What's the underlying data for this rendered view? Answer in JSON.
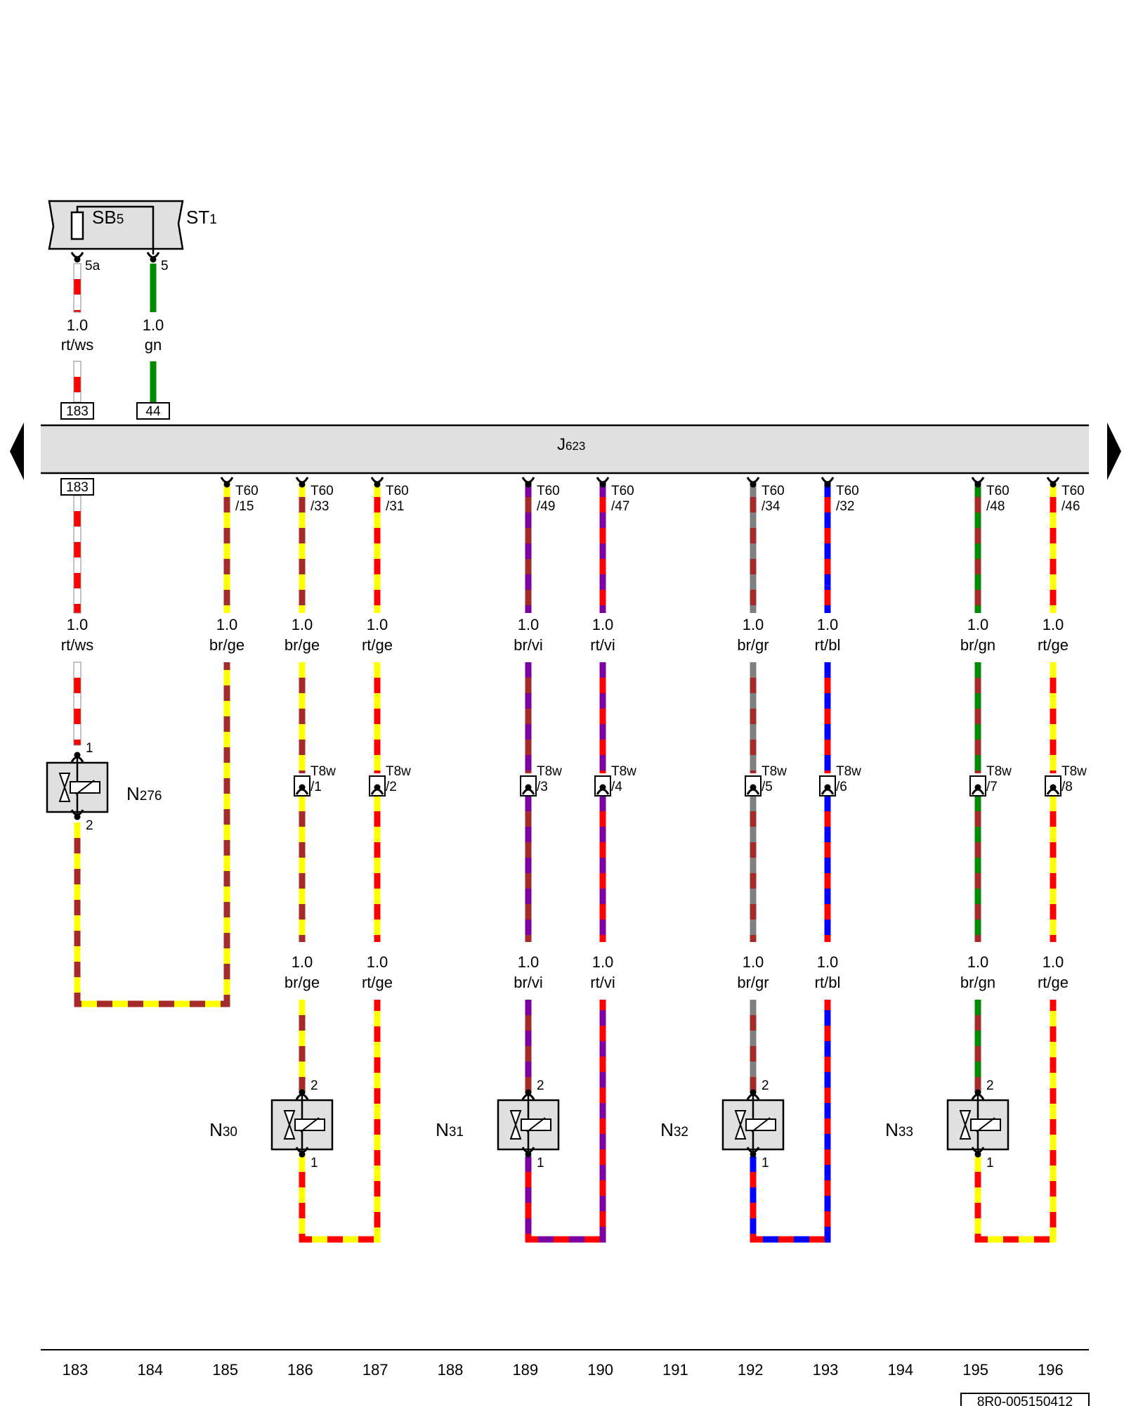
{
  "control_unit": {
    "label": "J623",
    "label_main": "J",
    "label_sub": "623"
  },
  "fuse_holder": {
    "label_main": "SB",
    "label_sub": "5",
    "bus_main": "ST",
    "bus_sub": "1",
    "pins": [
      "5a",
      "5"
    ]
  },
  "top_wires": [
    {
      "gauge": "1.0",
      "color_code": "rt/ws",
      "ref": "183",
      "colors": [
        "#ff0000",
        "#ffffff"
      ]
    },
    {
      "gauge": "1.0",
      "color_code": "gn",
      "ref": "44",
      "colors": [
        "#008a00",
        "#008a00"
      ]
    }
  ],
  "left_connector_ref": "183",
  "lower_wires": [
    {
      "gauge": "1.0",
      "color_code": "rt/ws",
      "colors": [
        "#ff0000",
        "#ffffff"
      ]
    },
    {
      "gauge": "1.0",
      "color_code": "br/ge",
      "pin_top": "T60",
      "pin_bottom": "/15",
      "colors": [
        "#a52a2a",
        "#ffff00"
      ]
    },
    {
      "gauge": "1.0",
      "color_code": "br/ge",
      "pin_top": "T60",
      "pin_bottom": "/33",
      "colors": [
        "#a52a2a",
        "#ffff00"
      ]
    },
    {
      "gauge": "1.0",
      "color_code": "rt/ge",
      "pin_top": "T60",
      "pin_bottom": "/31",
      "colors": [
        "#ff0000",
        "#ffff00"
      ]
    },
    {
      "gauge": "1.0",
      "color_code": "br/vi",
      "pin_top": "T60",
      "pin_bottom": "/49",
      "colors": [
        "#a52a2a",
        "#7d00a0"
      ]
    },
    {
      "gauge": "1.0",
      "color_code": "rt/vi",
      "pin_top": "T60",
      "pin_bottom": "/47",
      "colors": [
        "#ff0000",
        "#7d00a0"
      ]
    },
    {
      "gauge": "1.0",
      "color_code": "br/gr",
      "pin_top": "T60",
      "pin_bottom": "/34",
      "colors": [
        "#a52a2a",
        "#808080"
      ]
    },
    {
      "gauge": "1.0",
      "color_code": "rt/bl",
      "pin_top": "T60",
      "pin_bottom": "/32",
      "colors": [
        "#ff0000",
        "#0000ff"
      ]
    },
    {
      "gauge": "1.0",
      "color_code": "br/gn",
      "pin_top": "T60",
      "pin_bottom": "/48",
      "colors": [
        "#a52a2a",
        "#008a00"
      ]
    },
    {
      "gauge": "1.0",
      "color_code": "rt/ge",
      "pin_top": "T60",
      "pin_bottom": "/46",
      "colors": [
        "#ff0000",
        "#ffff00"
      ]
    }
  ],
  "t8w_connectors": [
    {
      "top": "T8w",
      "bottom": "/1"
    },
    {
      "top": "T8w",
      "bottom": "/2"
    },
    {
      "top": "T8w",
      "bottom": "/3"
    },
    {
      "top": "T8w",
      "bottom": "/4"
    },
    {
      "top": "T8w",
      "bottom": "/5"
    },
    {
      "top": "T8w",
      "bottom": "/6"
    },
    {
      "top": "T8w",
      "bottom": "/7"
    },
    {
      "top": "T8w",
      "bottom": "/8"
    }
  ],
  "third_labels": [
    {
      "gauge": "1.0",
      "color_code": "br/ge"
    },
    {
      "gauge": "1.0",
      "color_code": "rt/ge"
    },
    {
      "gauge": "1.0",
      "color_code": "br/vi"
    },
    {
      "gauge": "1.0",
      "color_code": "rt/vi"
    },
    {
      "gauge": "1.0",
      "color_code": "br/gr"
    },
    {
      "gauge": "1.0",
      "color_code": "rt/bl"
    },
    {
      "gauge": "1.0",
      "color_code": "br/gn"
    },
    {
      "gauge": "1.0",
      "color_code": "rt/ge"
    }
  ],
  "valves": [
    {
      "label_main": "N",
      "label_sub": "276",
      "pin_top": "1",
      "pin_bottom": "2"
    },
    {
      "label_main": "N",
      "label_sub": "30",
      "pin_top": "2",
      "pin_bottom": "1"
    },
    {
      "label_main": "N",
      "label_sub": "31",
      "pin_top": "2",
      "pin_bottom": "1"
    },
    {
      "label_main": "N",
      "label_sub": "32",
      "pin_top": "2",
      "pin_bottom": "1"
    },
    {
      "label_main": "N",
      "label_sub": "33",
      "pin_top": "2",
      "pin_bottom": "1"
    }
  ],
  "track_numbers": [
    "183",
    "184",
    "185",
    "186",
    "187",
    "188",
    "189",
    "190",
    "191",
    "192",
    "193",
    "194",
    "195",
    "196"
  ],
  "document_id": "8R0-005150412"
}
